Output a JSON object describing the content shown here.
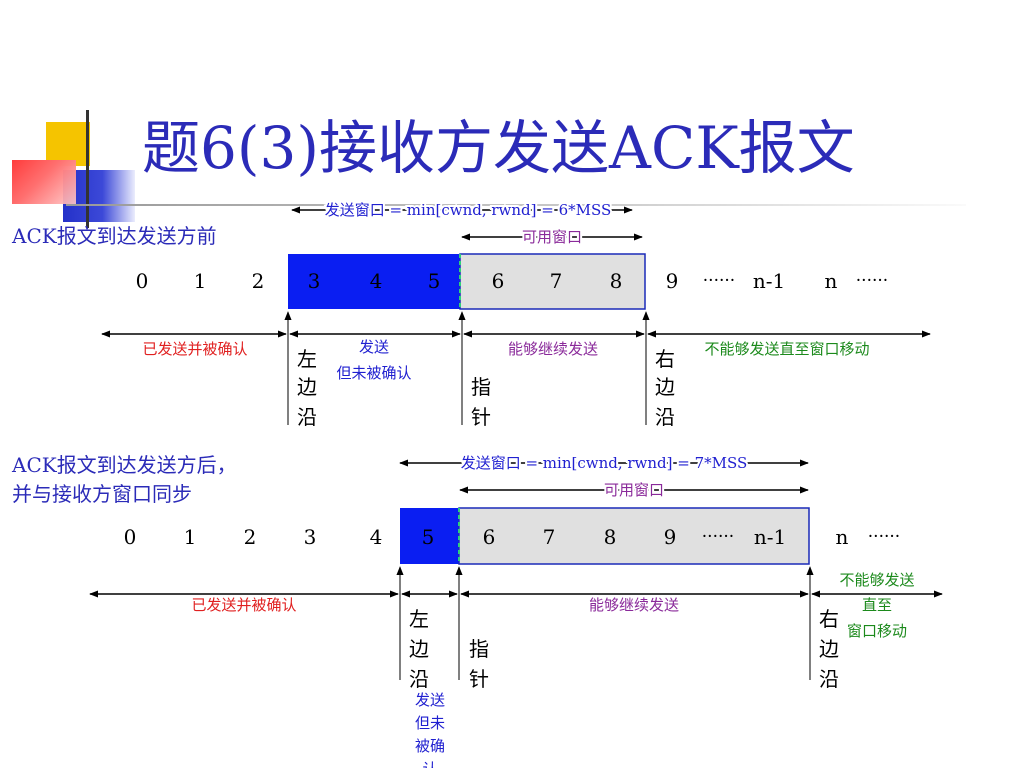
{
  "title": "题6(3)接收方发送ACK报文",
  "colors": {
    "title": "#2b2bb8",
    "sent_unacked": "#0a1ef2",
    "usable": "#e0e0e0",
    "acked_label": "#e02020",
    "usable_label": "#8a2a9a",
    "blocked_label": "#1c8a1c",
    "window_label": "#2020d0"
  },
  "before": {
    "heading": "ACK报文到达发送方前",
    "send_window": "发送窗口 = min[cwnd, rwnd] = 6*MSS",
    "usable_window": "可用窗口",
    "cells": [
      "0",
      "1",
      "2",
      "3",
      "4",
      "5",
      "6",
      "7",
      "8",
      "9",
      "······",
      "n-1",
      "n",
      "······"
    ],
    "acked_label": "已发送并被确认",
    "sent_label_1": "发送",
    "sent_label_2": "但未被确认",
    "usable_label": "能够继续发送",
    "blocked_label": "不能够发送直至窗口移动",
    "left_edge": [
      "左",
      "边",
      "沿"
    ],
    "pointer": [
      "指",
      "针"
    ],
    "right_edge": [
      "右",
      "边",
      "沿"
    ]
  },
  "after": {
    "heading_1": "ACK报文到达发送方后，",
    "heading_2": "并与接收方窗口同步",
    "send_window": "发送窗口 = min[cwnd, rwnd] = 7*MSS",
    "usable_window": "可用窗口",
    "cells": [
      "0",
      "1",
      "2",
      "3",
      "4",
      "5",
      "6",
      "7",
      "8",
      "9",
      "······",
      "n-1",
      "n",
      "······"
    ],
    "acked_label": "已发送并被确认",
    "usable_label": "能够继续发送",
    "blocked_label_1": "不能够发送",
    "blocked_label_2": "直至",
    "blocked_label_3": "窗口移动",
    "left_edge": [
      "左",
      "边",
      "沿"
    ],
    "pointer": [
      "指",
      "针"
    ],
    "right_edge": [
      "右",
      "边",
      "沿"
    ],
    "sent_label": [
      "发送",
      "但未",
      "被确",
      "认"
    ]
  }
}
